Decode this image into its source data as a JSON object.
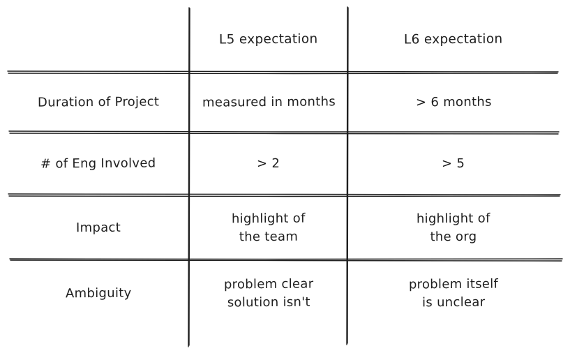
{
  "table": {
    "headers": [
      "",
      "L5 expectation",
      "L6 expectation"
    ],
    "rows": [
      {
        "label": "Duration of Project",
        "l5": "measured in months",
        "l6": "> 6 months"
      },
      {
        "label": "# of Eng Involved",
        "l5": "> 2",
        "l6": "> 5"
      },
      {
        "label": "Impact",
        "l5": "highlight of\nthe team",
        "l6": "highlight of\nthe org"
      },
      {
        "label": "Ambiguity",
        "l5": "problem clear\nsolution isn't",
        "l6": "problem itself\nis unclear"
      }
    ]
  },
  "colors": {
    "ink": "#1e1e1e",
    "background": "#ffffff"
  }
}
